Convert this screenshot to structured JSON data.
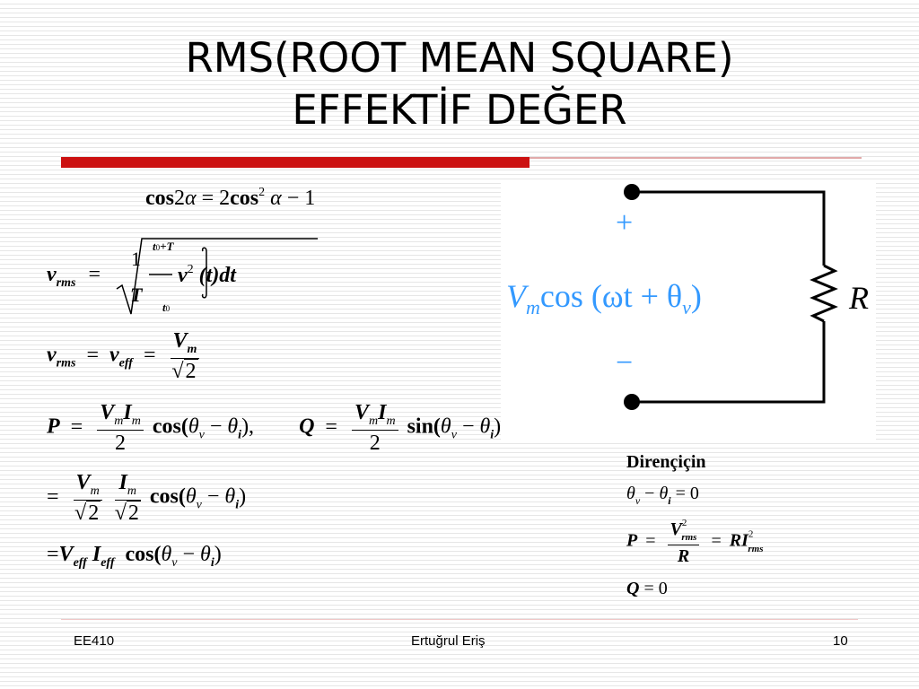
{
  "title": {
    "line1": "RMS(ROOT MEAN SQUARE)",
    "line2": "EFFEKTİF DEĞER"
  },
  "equations": {
    "identity": {
      "cos": "cos",
      "two": "2",
      "alpha": "α",
      "eq": "=",
      "rhs2": "2",
      "sq": "2",
      "minus_one": "− 1"
    },
    "vrms_def": {
      "v": "v",
      "rms": "rms",
      "eq": "=",
      "one": "1",
      "T": "T",
      "upper": "t",
      "upper_sub": "0",
      "upper_plus": "+T",
      "lower": "t",
      "lower_sub": "0",
      "integrand": "v",
      "integrand_sup": "2",
      "arg": "(t)dt"
    },
    "vrms_veff": {
      "v": "v",
      "rms": "rms",
      "eq": "=",
      "v2": "v",
      "eff": "eff",
      "eq2": "=",
      "Vm": "V",
      "m": "m",
      "sqrt": "2"
    },
    "power": {
      "P": "P",
      "eq": "=",
      "V": "V",
      "m": "m",
      "I": "I",
      "m2": "m",
      "den": "2",
      "func": "cos(",
      "theta": "θ",
      "v": "v",
      "minus": "−",
      "theta2": "θ",
      "i": "i",
      "close": "),",
      "Q": "Q",
      "qeq": "=",
      "qV": "V",
      "qm": "m",
      "qI": "I",
      "qm2": "m",
      "qden": "2",
      "qfunc": "sin(",
      "qtheta": "θ",
      "qv": "v",
      "qminus": "−",
      "qtheta2": "θ",
      "qi": "i",
      "qclose": ")"
    },
    "power2": {
      "eq": "=",
      "V": "V",
      "m": "m",
      "sqrt1": "2",
      "I": "I",
      "m2": "m",
      "sqrt2": "2",
      "func": "cos(",
      "theta": "θ",
      "v": "v",
      "minus": "−",
      "theta2": "θ",
      "i": "i",
      "close": ")"
    },
    "power3": {
      "eq": "=",
      "V": "V",
      "eff": "eff",
      "I": "I",
      "eff2": "eff",
      "func": "cos(",
      "theta": "θ",
      "v": "v",
      "minus": "−",
      "theta2": "θ",
      "i": "i",
      "close": ")"
    }
  },
  "circuit": {
    "plus": "+",
    "minus": "−",
    "source_V": "V",
    "source_m": "m",
    "source_expr": "cos (ωt + θ",
    "source_v": "v",
    "source_close": ")",
    "resistor": "R",
    "color_blue": "#3399ff"
  },
  "resistive": {
    "heading": "Dirençiçin",
    "theta_line": {
      "t1": "θ",
      "s1": "v",
      "minus": "−",
      "t2": "θ",
      "s2": "i",
      "eq": "= 0"
    },
    "p_line": {
      "P": "P",
      "eq": "=",
      "V": "V",
      "sup": "2",
      "rms": "rms",
      "R": "R",
      "eq2": "=",
      "RI": "RI",
      "sup2": "2",
      "rms2": "rms"
    },
    "q_line": {
      "Q": "Q",
      "eq": "= 0"
    }
  },
  "footer": {
    "course": "EE410",
    "author": "Ertuğrul Eriş",
    "page": "10"
  },
  "colors": {
    "accent_red": "#cc1111"
  }
}
